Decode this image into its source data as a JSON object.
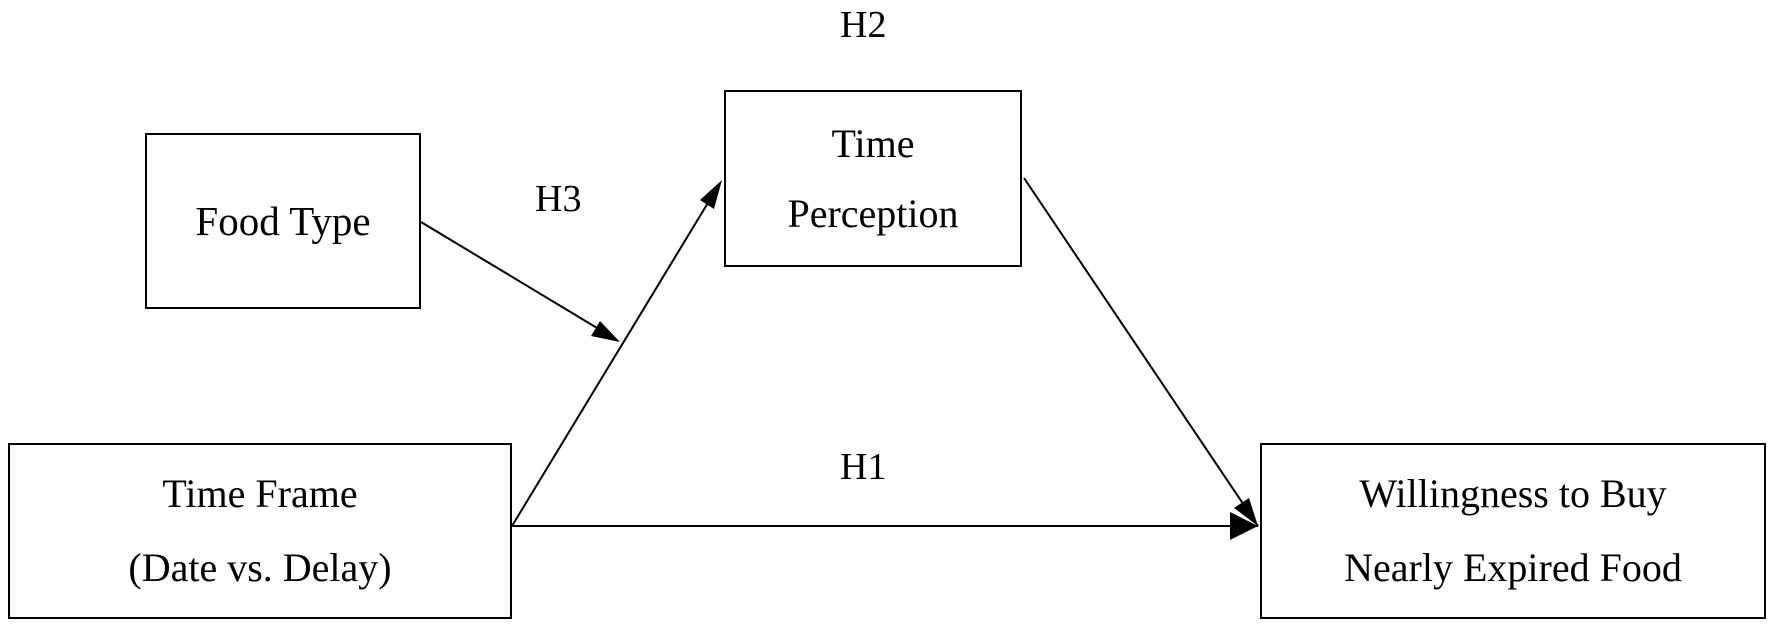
{
  "diagram": {
    "nodes": {
      "food_type": {
        "lines": [
          "Food Type"
        ]
      },
      "time_perception": {
        "lines": [
          "Time",
          "Perception"
        ]
      },
      "time_frame": {
        "lines": [
          "Time Frame",
          "(Date vs. Delay)"
        ]
      },
      "willingness": {
        "lines": [
          "Willingness to Buy",
          "Nearly Expired Food"
        ]
      }
    },
    "hypotheses": {
      "h1": "H1",
      "h2": "H2",
      "h3": "H3"
    },
    "edges": [
      {
        "from": "time_frame",
        "to": "willingness",
        "label": "H1"
      },
      {
        "from": "time_frame",
        "to": "time_perception"
      },
      {
        "from": "time_perception",
        "to": "willingness"
      },
      {
        "from": "food_type",
        "to": "time_frame->time_perception",
        "label": "H3"
      }
    ],
    "colors": {
      "stroke": "#000000",
      "background": "#ffffff"
    }
  }
}
